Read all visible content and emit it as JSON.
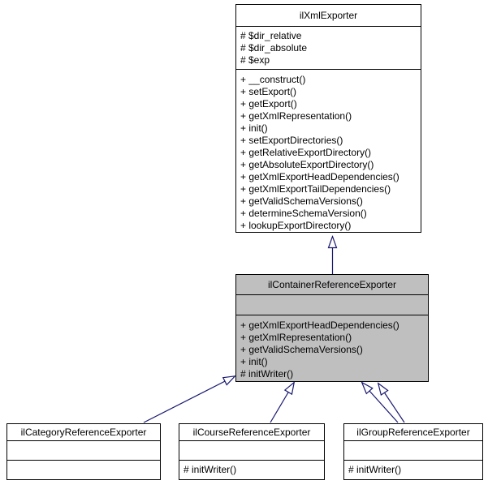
{
  "classes": [
    {
      "name": "ilXmlExporter",
      "attributes": [
        "# $dir_relative",
        "# $dir_absolute",
        "# $exp"
      ],
      "methods": [
        "+ __construct()",
        "+ setExport()",
        "+ getExport()",
        "+ getXmlRepresentation()",
        "+ init()",
        "+ setExportDirectories()",
        "+ getRelativeExportDirectory()",
        "+ getAbsoluteExportDirectory()",
        "+ getXmlExportHeadDependencies()",
        "+ getXmlExportTailDependencies()",
        "+ getValidSchemaVersions()",
        "+ determineSchemaVersion()",
        "+ lookupExportDirectory()"
      ]
    },
    {
      "name": "ilContainerReferenceExporter",
      "highlighted": true,
      "attributes": [],
      "methods": [
        "+ getXmlExportHeadDependencies()",
        "+ getXmlRepresentation()",
        "+ getValidSchemaVersions()",
        "+ init()",
        "# initWriter()"
      ]
    },
    {
      "name": "ilCategoryReferenceExporter",
      "attributes": [],
      "methods": []
    },
    {
      "name": "ilCourseReferenceExporter",
      "attributes": [],
      "methods": [
        "# initWriter()"
      ]
    },
    {
      "name": "ilGroupReferenceExporter",
      "attributes": [],
      "methods": [
        "# initWriter()"
      ]
    }
  ],
  "relations": [
    {
      "from": "ilContainerReferenceExporter",
      "to": "ilXmlExporter",
      "type": "inheritance"
    },
    {
      "from": "ilCategoryReferenceExporter",
      "to": "ilContainerReferenceExporter",
      "type": "inheritance"
    },
    {
      "from": "ilCourseReferenceExporter",
      "to": "ilContainerReferenceExporter",
      "type": "inheritance"
    },
    {
      "from": "ilGroupReferenceExporter",
      "to": "ilContainerReferenceExporter",
      "type": "inheritance"
    },
    {
      "from": "ilGroupReferenceExporter",
      "to": "ilContainerReferenceExporter",
      "type": "inheritance"
    }
  ],
  "colors": {
    "arrow": "#191970",
    "highlight_fill": "#BFBFBF",
    "box_fill": "#FFFFFF",
    "border": "#000000"
  }
}
